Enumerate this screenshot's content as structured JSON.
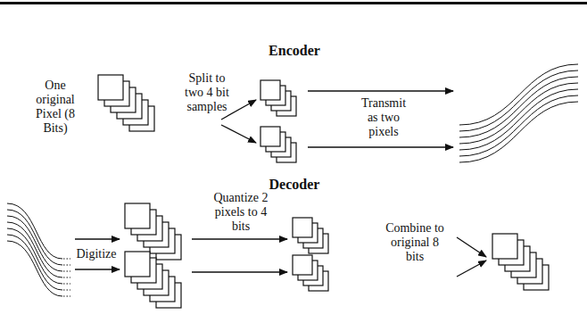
{
  "diagram": {
    "labels": [
      "Encoder",
      "One original Pixel (8 Bits)",
      "Split to two 4 bit samples",
      "Transmit as two pixels",
      "Decoder",
      "Digitize",
      "Quantize 2 pixels to 4 bits",
      "Combine to original 8 bits"
    ]
  }
}
